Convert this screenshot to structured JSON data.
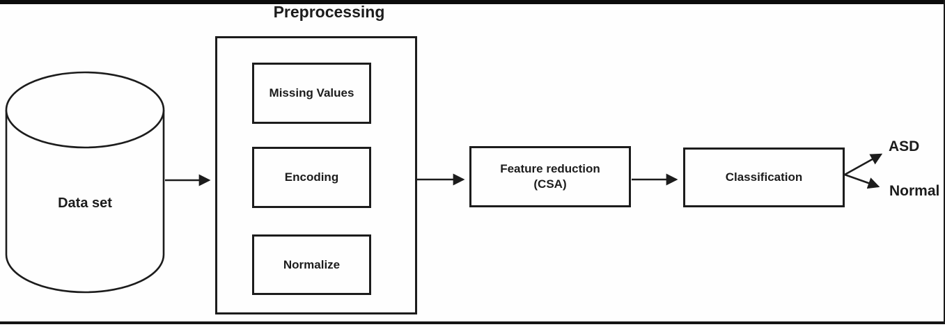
{
  "figure": {
    "background": "#fefefe",
    "stroke_color": "#1c1c1c",
    "border_bar_color": "#0c0c0c"
  },
  "diagram": {
    "dataset": {
      "label": "Data set",
      "shape": "database-cylinder"
    },
    "preprocessing": {
      "title": "Preprocessing",
      "steps": [
        {
          "label": "Missing Values"
        },
        {
          "label": "Encoding"
        },
        {
          "label": "Normalize"
        }
      ]
    },
    "feature_reduction": {
      "line1": "Feature reduction",
      "line2": "(CSA)"
    },
    "classification": {
      "label": "Classification"
    },
    "outputs": [
      {
        "label": "ASD"
      },
      {
        "label": "Normal"
      }
    ]
  }
}
